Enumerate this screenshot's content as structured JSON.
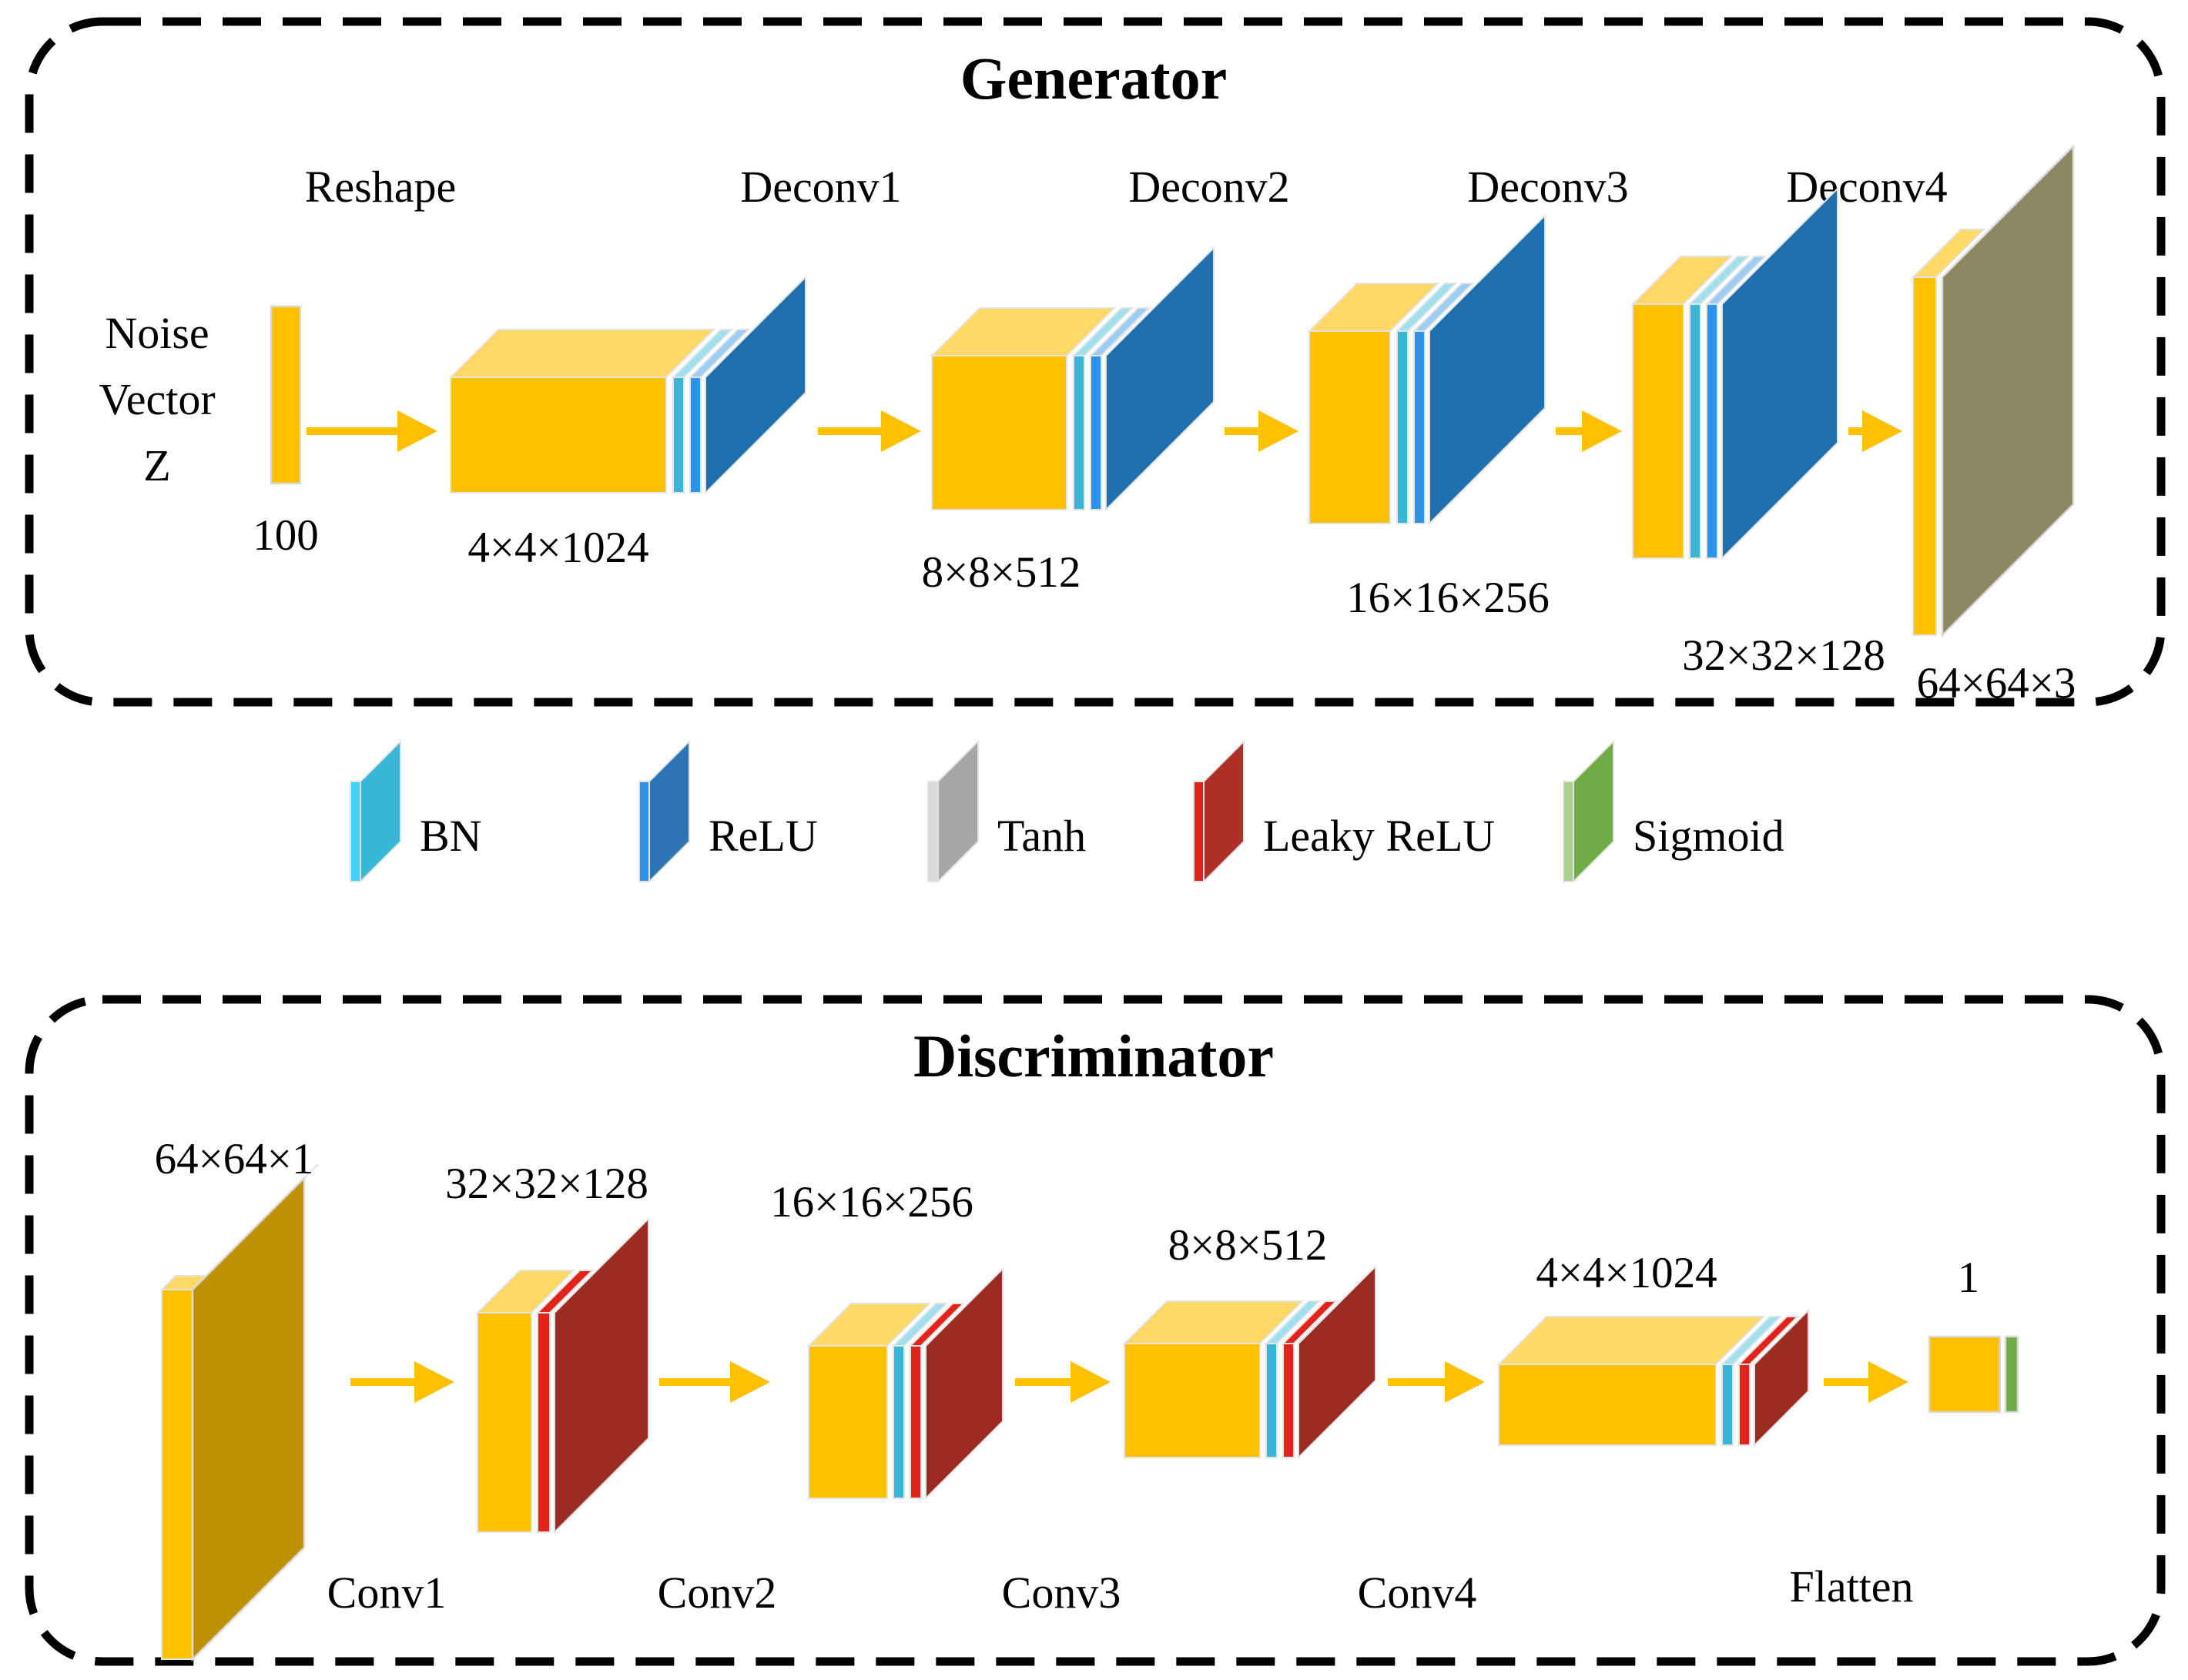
{
  "generator": {
    "title": "Generator",
    "stage_labels": [
      "Reshape",
      "Deconv1",
      "Deconv2",
      "Deconv3",
      "Deconv4"
    ],
    "input_lines": [
      "Noise",
      "Vector",
      "Z"
    ],
    "input_size": "100",
    "block_dims": [
      "4×4×1024",
      "8×8×512",
      "16×16×256",
      "32×32×128",
      "64×64×3"
    ]
  },
  "legend": {
    "items": [
      {
        "label": "BN"
      },
      {
        "label": "ReLU"
      },
      {
        "label": "Tanh"
      },
      {
        "label": "Leaky ReLU"
      },
      {
        "label": "Sigmoid"
      }
    ]
  },
  "discriminator": {
    "title": "Discriminator",
    "block_dims": [
      "64×64×1",
      "32×32×128",
      "16×16×256",
      "8×8×512",
      "4×4×1024",
      "1"
    ],
    "stage_labels": [
      "Conv1",
      "Conv2",
      "Conv3",
      "Conv4",
      "Flatten"
    ]
  },
  "colors": {
    "feature_map": "#FFC000",
    "feature_map_top": "#FFD966",
    "input_side": "#BF9000",
    "bn": "#38B6D6",
    "bn_bright": "#45D2F2",
    "bn_top": "#9FE0EE",
    "relu_strip": "#2B93E8",
    "relu_face": "#2E75B6",
    "relu_side": "#1F6FAF",
    "relu_top": "#9CCEF5",
    "tanh_face": "#A6A6A6",
    "tanh_bright": "#D9D9D9",
    "tanh_side": "#8D8662",
    "leaky_strip": "#E32219",
    "leaky_face": "#AE2F28",
    "leaky_side": "#9C2B22",
    "sigmoid_face": "#70AD47",
    "sigmoid_bright": "#A9D18E",
    "arrow": "#FFC000"
  }
}
